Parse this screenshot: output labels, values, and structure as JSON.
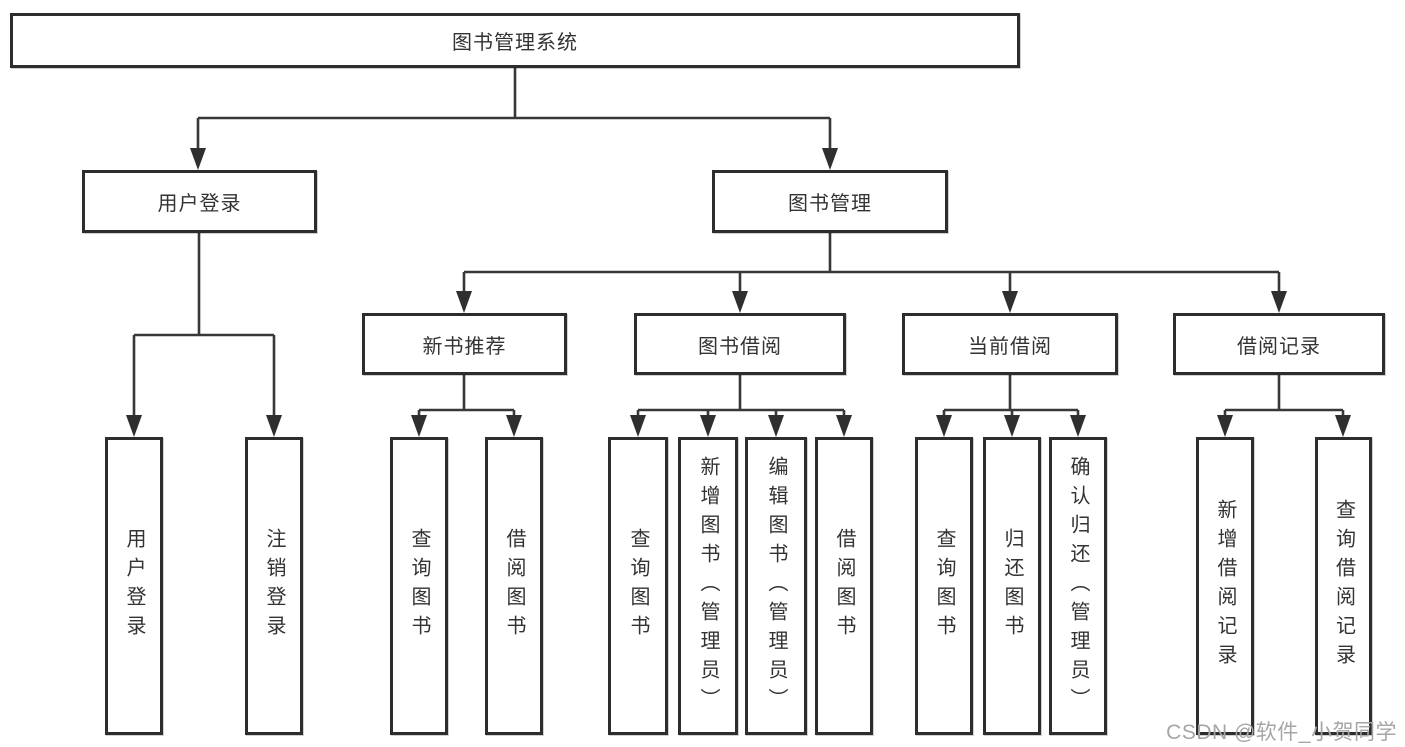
{
  "diagram_title": "图书管理系统",
  "tree": {
    "label": "图书管理系统",
    "children": [
      {
        "label": "用户登录",
        "children": [
          {
            "label": "用户登录"
          },
          {
            "label": "注销登录"
          }
        ]
      },
      {
        "label": "图书管理",
        "children": [
          {
            "label": "新书推荐",
            "children": [
              {
                "label": "查询图书"
              },
              {
                "label": "借阅图书"
              }
            ]
          },
          {
            "label": "图书借阅",
            "children": [
              {
                "label": "查询图书"
              },
              {
                "label": "新增图书（管理员）"
              },
              {
                "label": "编辑图书（管理员）"
              },
              {
                "label": "借阅图书"
              }
            ]
          },
          {
            "label": "当前借阅",
            "children": [
              {
                "label": "查询图书"
              },
              {
                "label": "归还图书"
              },
              {
                "label": "确认归还（管理员）"
              }
            ]
          },
          {
            "label": "借阅记录",
            "children": [
              {
                "label": "新增借阅记录"
              },
              {
                "label": "查询借阅记录"
              }
            ]
          }
        ]
      }
    ]
  },
  "colors": {
    "box_border": "#2d2d2d",
    "line": "#383838",
    "text": "#333333",
    "watermark": "#a6a6a6",
    "background": "#ffffff"
  },
  "watermark": {
    "text": "CSDN @软件_小贺同学"
  }
}
